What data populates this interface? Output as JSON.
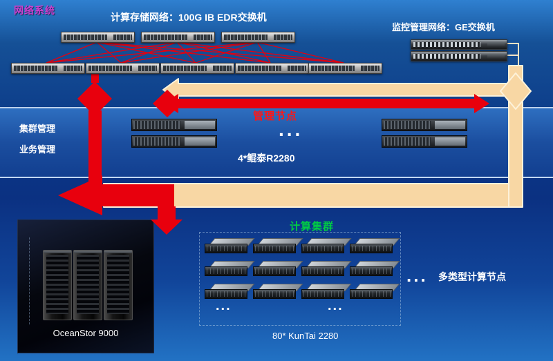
{
  "colors": {
    "background_top": "#2f80d0",
    "background_deep": "#0b3182",
    "red": "#e8000d",
    "beige": "#f8d7a4",
    "beige_outline": "#fdf2da",
    "green": "#00cc44",
    "magenta": "#cf3ecf",
    "mgmt_title_red": "#ff1616",
    "text_white": "#ffffff"
  },
  "network": {
    "title": "网络系统",
    "compute_storage_label": "计算存储网络：100G IB EDR交换机",
    "monitor_label": "监控管理网络：GE交换机",
    "ib_switch_count_row1": 3,
    "ib_switch_count_row2": 5,
    "ge_switch_count": 2
  },
  "management": {
    "title": "管理节点",
    "side_labels": [
      "集群管理",
      "业务管理"
    ],
    "dots": "...",
    "model_label": "4*鲲泰R2280",
    "server_count_shown": 4
  },
  "storage": {
    "label": "OceanStor 9000",
    "rack_count_shown": 3
  },
  "compute": {
    "title": "计算集群",
    "model_label": "80* KunTai 2280",
    "column_dots_left": "...",
    "column_dots_right": "...",
    "more_dots": "...",
    "more_label": "多类型计算节点",
    "node_grid": {
      "rows": 3,
      "cols": 4
    }
  },
  "icons": {
    "ib-switch-icon": "css-rack-switch",
    "ge-switch-icon": "css-rack-switch-dark",
    "mgmt-server-icon": "css-rack-server",
    "storage-rack-icon": "css-storage-cabinet",
    "compute-node-icon": "css-3d-server"
  }
}
